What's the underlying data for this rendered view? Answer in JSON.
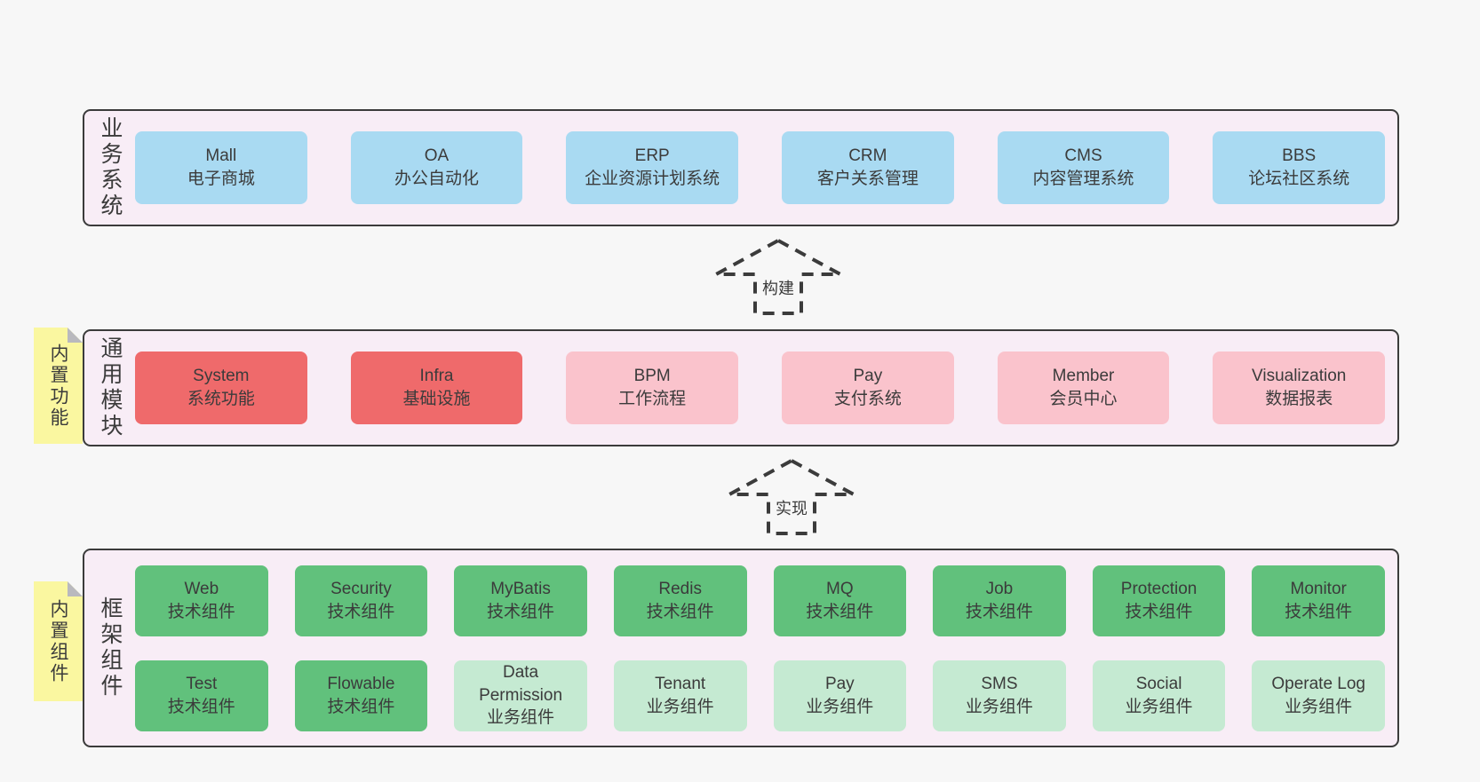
{
  "colors": {
    "bg": "#f7f7f7",
    "panel": "#f8edf6",
    "border": "#3b3b3b",
    "text": "#3b3b3b",
    "note": "#faf7a0",
    "fold": "#b9b9be",
    "blue": "#a9daf2",
    "red": "#ef6a6b",
    "pink": "#fac3cc",
    "green": "#61c17c",
    "lightgreen": "#c5ead2"
  },
  "sections": [
    {
      "label": "业务系统",
      "rows": [
        [
          {
            "name": "Mall",
            "desc": "电子商城",
            "variant": "blue"
          },
          {
            "name": "OA",
            "desc": "办公自动化",
            "variant": "blue"
          },
          {
            "name": "ERP",
            "desc": "企业资源计划系统",
            "variant": "blue"
          },
          {
            "name": "CRM",
            "desc": "客户关系管理",
            "variant": "blue"
          },
          {
            "name": "CMS",
            "desc": "内容管理系统",
            "variant": "blue"
          },
          {
            "name": "BBS",
            "desc": "论坛社区系统",
            "variant": "blue"
          }
        ]
      ]
    },
    {
      "label": "通用模块",
      "note": "内置功能",
      "rows": [
        [
          {
            "name": "System",
            "desc": "系统功能",
            "variant": "red"
          },
          {
            "name": "Infra",
            "desc": "基础设施",
            "variant": "red"
          },
          {
            "name": "BPM",
            "desc": "工作流程",
            "variant": "pink"
          },
          {
            "name": "Pay",
            "desc": "支付系统",
            "variant": "pink"
          },
          {
            "name": "Member",
            "desc": "会员中心",
            "variant": "pink"
          },
          {
            "name": "Visualization",
            "desc": "数据报表",
            "variant": "pink"
          }
        ]
      ]
    },
    {
      "label": "框架组件",
      "note": "内置组件",
      "rows": [
        [
          {
            "name": "Web",
            "desc": "技术组件",
            "variant": "green"
          },
          {
            "name": "Security",
            "desc": "技术组件",
            "variant": "green"
          },
          {
            "name": "MyBatis",
            "desc": "技术组件",
            "variant": "green"
          },
          {
            "name": "Redis",
            "desc": "技术组件",
            "variant": "green"
          },
          {
            "name": "MQ",
            "desc": "技术组件",
            "variant": "green"
          },
          {
            "name": "Job",
            "desc": "技术组件",
            "variant": "green"
          },
          {
            "name": "Protection",
            "desc": "技术组件",
            "variant": "green"
          },
          {
            "name": "Monitor",
            "desc": "技术组件",
            "variant": "green"
          }
        ],
        [
          {
            "name": "Test",
            "desc": "技术组件",
            "variant": "green"
          },
          {
            "name": "Flowable",
            "desc": "技术组件",
            "variant": "green"
          },
          {
            "name": "Data Permission",
            "desc": "业务组件",
            "variant": "lightgreen"
          },
          {
            "name": "Tenant",
            "desc": "业务组件",
            "variant": "lightgreen"
          },
          {
            "name": "Pay",
            "desc": "业务组件",
            "variant": "lightgreen"
          },
          {
            "name": "SMS",
            "desc": "业务组件",
            "variant": "lightgreen"
          },
          {
            "name": "Social",
            "desc": "业务组件",
            "variant": "lightgreen"
          },
          {
            "name": "Operate Log",
            "desc": "业务组件",
            "variant": "lightgreen"
          }
        ]
      ]
    }
  ],
  "arrows": [
    {
      "label": "构建"
    },
    {
      "label": "实现"
    }
  ]
}
